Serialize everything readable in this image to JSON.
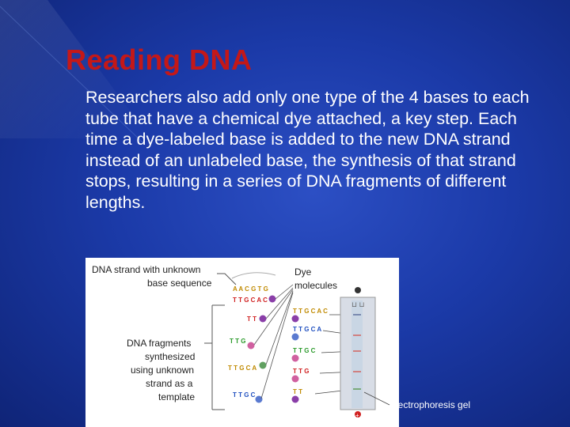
{
  "slide": {
    "title": "Reading DNA",
    "body": "Researchers also add only one type of the 4 bases to each tube that have a chemical dye attached, a key step. Each time a dye-labeled base is added to the new DNA strand instead of an unlabeled base, the synthesis of that strand stops, resulting in a series of DNA fragments of different lengths."
  },
  "figure": {
    "label_strand_line1": "DNA strand with unknown",
    "label_strand_line2": "base sequence",
    "label_dye_line1": "Dye",
    "label_dye_line2": "molecules",
    "label_fragments_lines": [
      "DNA fragments",
      "synthesized",
      "using unknown",
      "strand as a",
      "template"
    ],
    "label_gel": "Electrophoresis gel",
    "gel_minus": "−",
    "gel_plus": "+",
    "gel_wells": "⊔ ⊔",
    "template_top": "A A C G T G",
    "template_bottom": "T T G C A C",
    "fragments_left": [
      "T T",
      "T T G",
      "T T G C A",
      "T T G C"
    ],
    "fragments_right": [
      "T T G C A C",
      "T T G C A",
      "T T G C",
      "T T G",
      "T T"
    ],
    "colors": {
      "T": "#d02020",
      "G": "#2a9a2a",
      "C": "#2050c0",
      "A": "#c08a00",
      "dye_purple": "#8a3ea8",
      "dye_pink": "#d060a0",
      "dye_green": "#60a060",
      "dye_blue": "#5a7ad0"
    }
  }
}
